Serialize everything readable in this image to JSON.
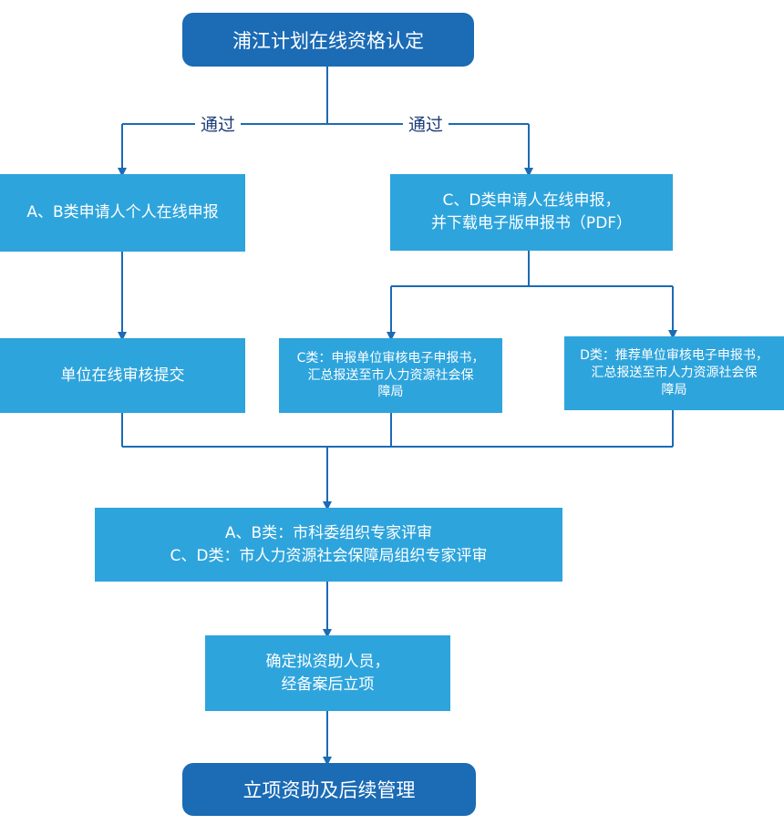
{
  "colors": {
    "dark_box": "#1b6bb5",
    "light_box": "#2ea4dc",
    "connector": "#1b6bb5",
    "label_text": "#1d3c78"
  },
  "nodes": {
    "start": "浦江计划在线资格认定",
    "ab_apply": "A、B类申请人个人在线申报",
    "cd_apply": "C、D类申请人在线申报，\n并下载电子版申报书（PDF）",
    "unit_review": "单位在线审核提交",
    "c_review": "C类：申报单位审核电子申报书，\n汇总报送至市人力资源社会保\n障局",
    "d_review": "D类：推荐单位审核电子申报书，\n汇总报送至市人力资源社会保\n障局",
    "expert_review": "A、B类：市科委组织专家评审\nC、D类：市人力资源社会保障局组织专家评审",
    "confirm": "确定拟资助人员，\n经备案后立项",
    "end": "立项资助及后续管理"
  },
  "edges": {
    "left_label": "通过",
    "right_label": "通过"
  }
}
